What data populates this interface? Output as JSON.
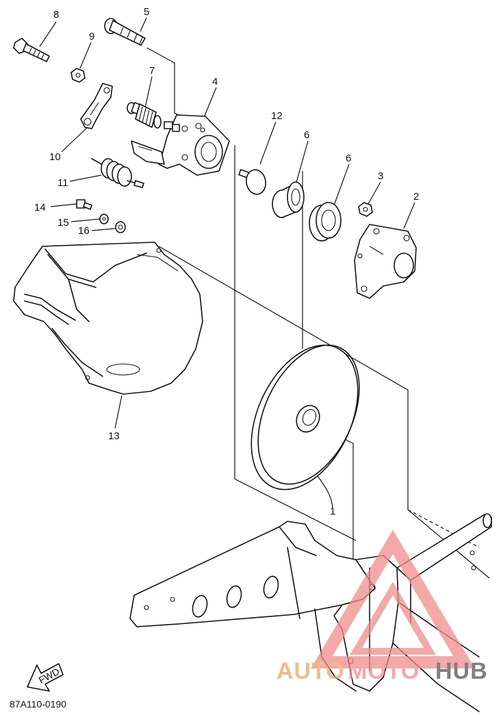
{
  "callouts": [
    {
      "id": "8",
      "text": "8"
    },
    {
      "id": "5",
      "text": "5"
    },
    {
      "id": "9",
      "text": "9"
    },
    {
      "id": "7",
      "text": "7"
    },
    {
      "id": "4",
      "text": "4"
    },
    {
      "id": "10",
      "text": "10"
    },
    {
      "id": "12",
      "text": "12"
    },
    {
      "id": "6a",
      "text": "6"
    },
    {
      "id": "6b",
      "text": "6"
    },
    {
      "id": "11",
      "text": "11"
    },
    {
      "id": "3",
      "text": "3"
    },
    {
      "id": "2",
      "text": "2"
    },
    {
      "id": "14",
      "text": "14"
    },
    {
      "id": "15",
      "text": "15"
    },
    {
      "id": "16",
      "text": "16"
    },
    {
      "id": "13",
      "text": "13"
    },
    {
      "id": "1",
      "text": "1"
    }
  ],
  "diagram_code": "87A110-0190",
  "direction_arrow": "FWD",
  "watermark": {
    "part1": "AUTO",
    "part2": "MOTO",
    "part3": "HUB",
    "color1": "#f4a261",
    "color2": "#f28b8b",
    "color3": "#555555"
  }
}
